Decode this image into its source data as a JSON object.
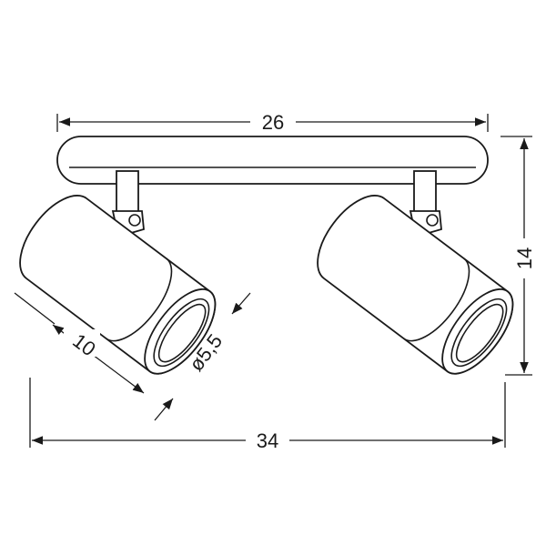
{
  "dimensions": {
    "width": "26",
    "height": "14",
    "length": "10",
    "diameter": "ø5,5",
    "total_width": "34"
  }
}
